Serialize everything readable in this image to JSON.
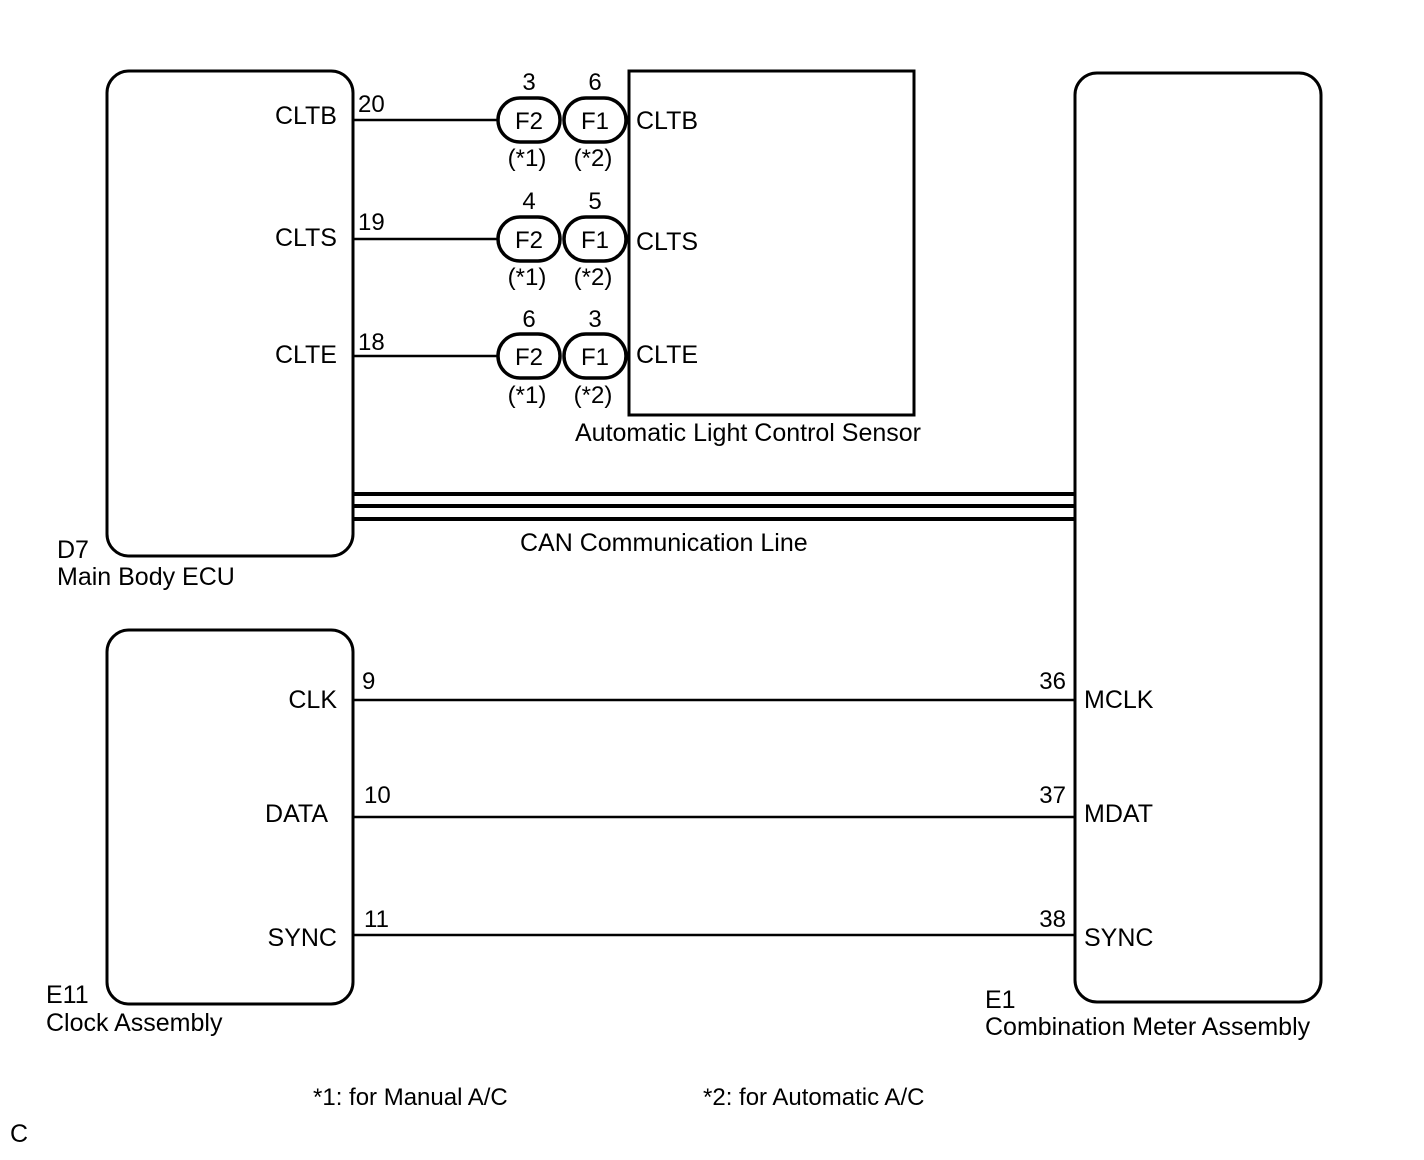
{
  "components": {
    "main_body_ecu": {
      "code": "D7",
      "name": "Main Body ECU",
      "pins": [
        {
          "label": "CLTB",
          "number": "20"
        },
        {
          "label": "CLTS",
          "number": "19"
        },
        {
          "label": "CLTE",
          "number": "18"
        }
      ]
    },
    "light_sensor": {
      "name": "Automatic Light Control Sensor",
      "pins": [
        {
          "label": "CLTB",
          "f2_pin": "3",
          "f1_pin": "6"
        },
        {
          "label": "CLTS",
          "f2_pin": "4",
          "f1_pin": "5"
        },
        {
          "label": "CLTE",
          "f2_pin": "6",
          "f1_pin": "3"
        }
      ]
    },
    "clock_assembly": {
      "code": "E11",
      "name": "Clock Assembly",
      "pins": [
        {
          "label": "CLK",
          "number": "9"
        },
        {
          "label": "DATA",
          "number": "10"
        },
        {
          "label": "SYNC",
          "number": "11"
        }
      ]
    },
    "combination_meter": {
      "code": "E1",
      "name": "Combination Meter Assembly",
      "pins": [
        {
          "label": "MCLK",
          "number": "36"
        },
        {
          "label": "MDAT",
          "number": "37"
        },
        {
          "label": "SYNC",
          "number": "38"
        }
      ]
    }
  },
  "connectors": {
    "f2": {
      "name": "F2",
      "note": "(*1)"
    },
    "f1": {
      "name": "F1",
      "note": "(*2)"
    }
  },
  "can_line": {
    "label": "CAN Communication Line"
  },
  "footnotes": {
    "note1": "*1: for Manual A/C",
    "note2": "*2: for Automatic A/C"
  },
  "corner_mark": "C"
}
